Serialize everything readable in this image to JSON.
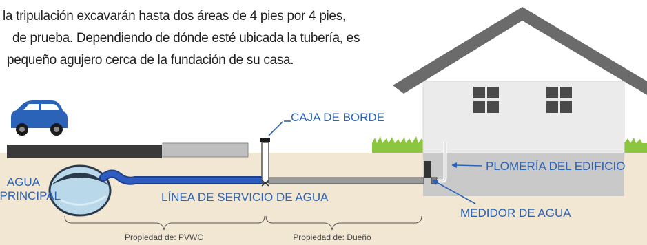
{
  "intro": {
    "lines": [
      "la tripulación excavarán hasta dos áreas de 4 pies por 4 pies,",
      "de prueba. Dependiendo de dónde esté ubicada la tubería, es",
      "pequeño agujero cerca de la fundación de su casa."
    ]
  },
  "labels": {
    "curb_box": "CAJA DE BORDE",
    "water_main_line1": "AGUA",
    "water_main_line2": "PRINCIPAL",
    "service_line": "LÍNEA DE SERVICIO DE AGUA",
    "building_plumbing": "PLOMERÍA DEL EDIFICIO",
    "water_meter": "MEDIDOR DE AGUA"
  },
  "property": {
    "pvwc": "Propiedad de: PVWC",
    "owner": "Propiedad de: Dueño"
  },
  "colors": {
    "accent_blue": "#2b63b8",
    "soil": "#f2e7d3",
    "grass": "#8cc63f",
    "house_wall": "#ebebeb",
    "roof": "#6b6b6b",
    "foundation": "#c8c8c8",
    "road": "#3a3a3a",
    "sidewalk": "#bfbfbf",
    "service_pipe": "#2e5cc0"
  },
  "icons": {
    "car": "car-icon",
    "water_main": "water-main-pipe-icon",
    "meter": "water-meter-icon"
  }
}
